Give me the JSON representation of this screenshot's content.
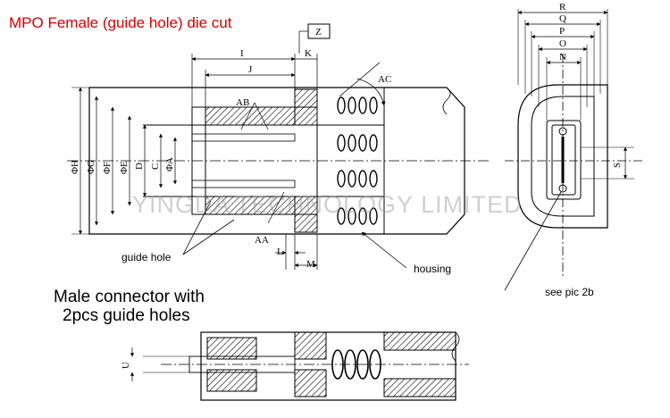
{
  "title": "MPO Female (guide hole) die cut",
  "subtitle_line1": "Male connector with",
  "subtitle_line2": "2pcs guide holes",
  "watermark": "YINGDA TECHNOLOGY LIMITED",
  "callouts": {
    "guide_hole": "guide hole",
    "housing": "housing",
    "see_pic": "see pic 2b"
  },
  "dims": {
    "Z": "Z",
    "K": "K",
    "I": "I",
    "J": "J",
    "AC": "AC",
    "AB": "AB",
    "AA": "AA",
    "H": "ΦH",
    "G": "ΦG",
    "F": "ΦF",
    "E": "ΦE",
    "D": "D",
    "C": "C",
    "A": "ΦA",
    "L": "L",
    "M": "M",
    "R": "R",
    "Q": "Q",
    "P": "P",
    "O": "O",
    "N": "N",
    "S": "S",
    "U": "U"
  },
  "colors": {
    "title": "#d40000",
    "line": "#000000"
  }
}
